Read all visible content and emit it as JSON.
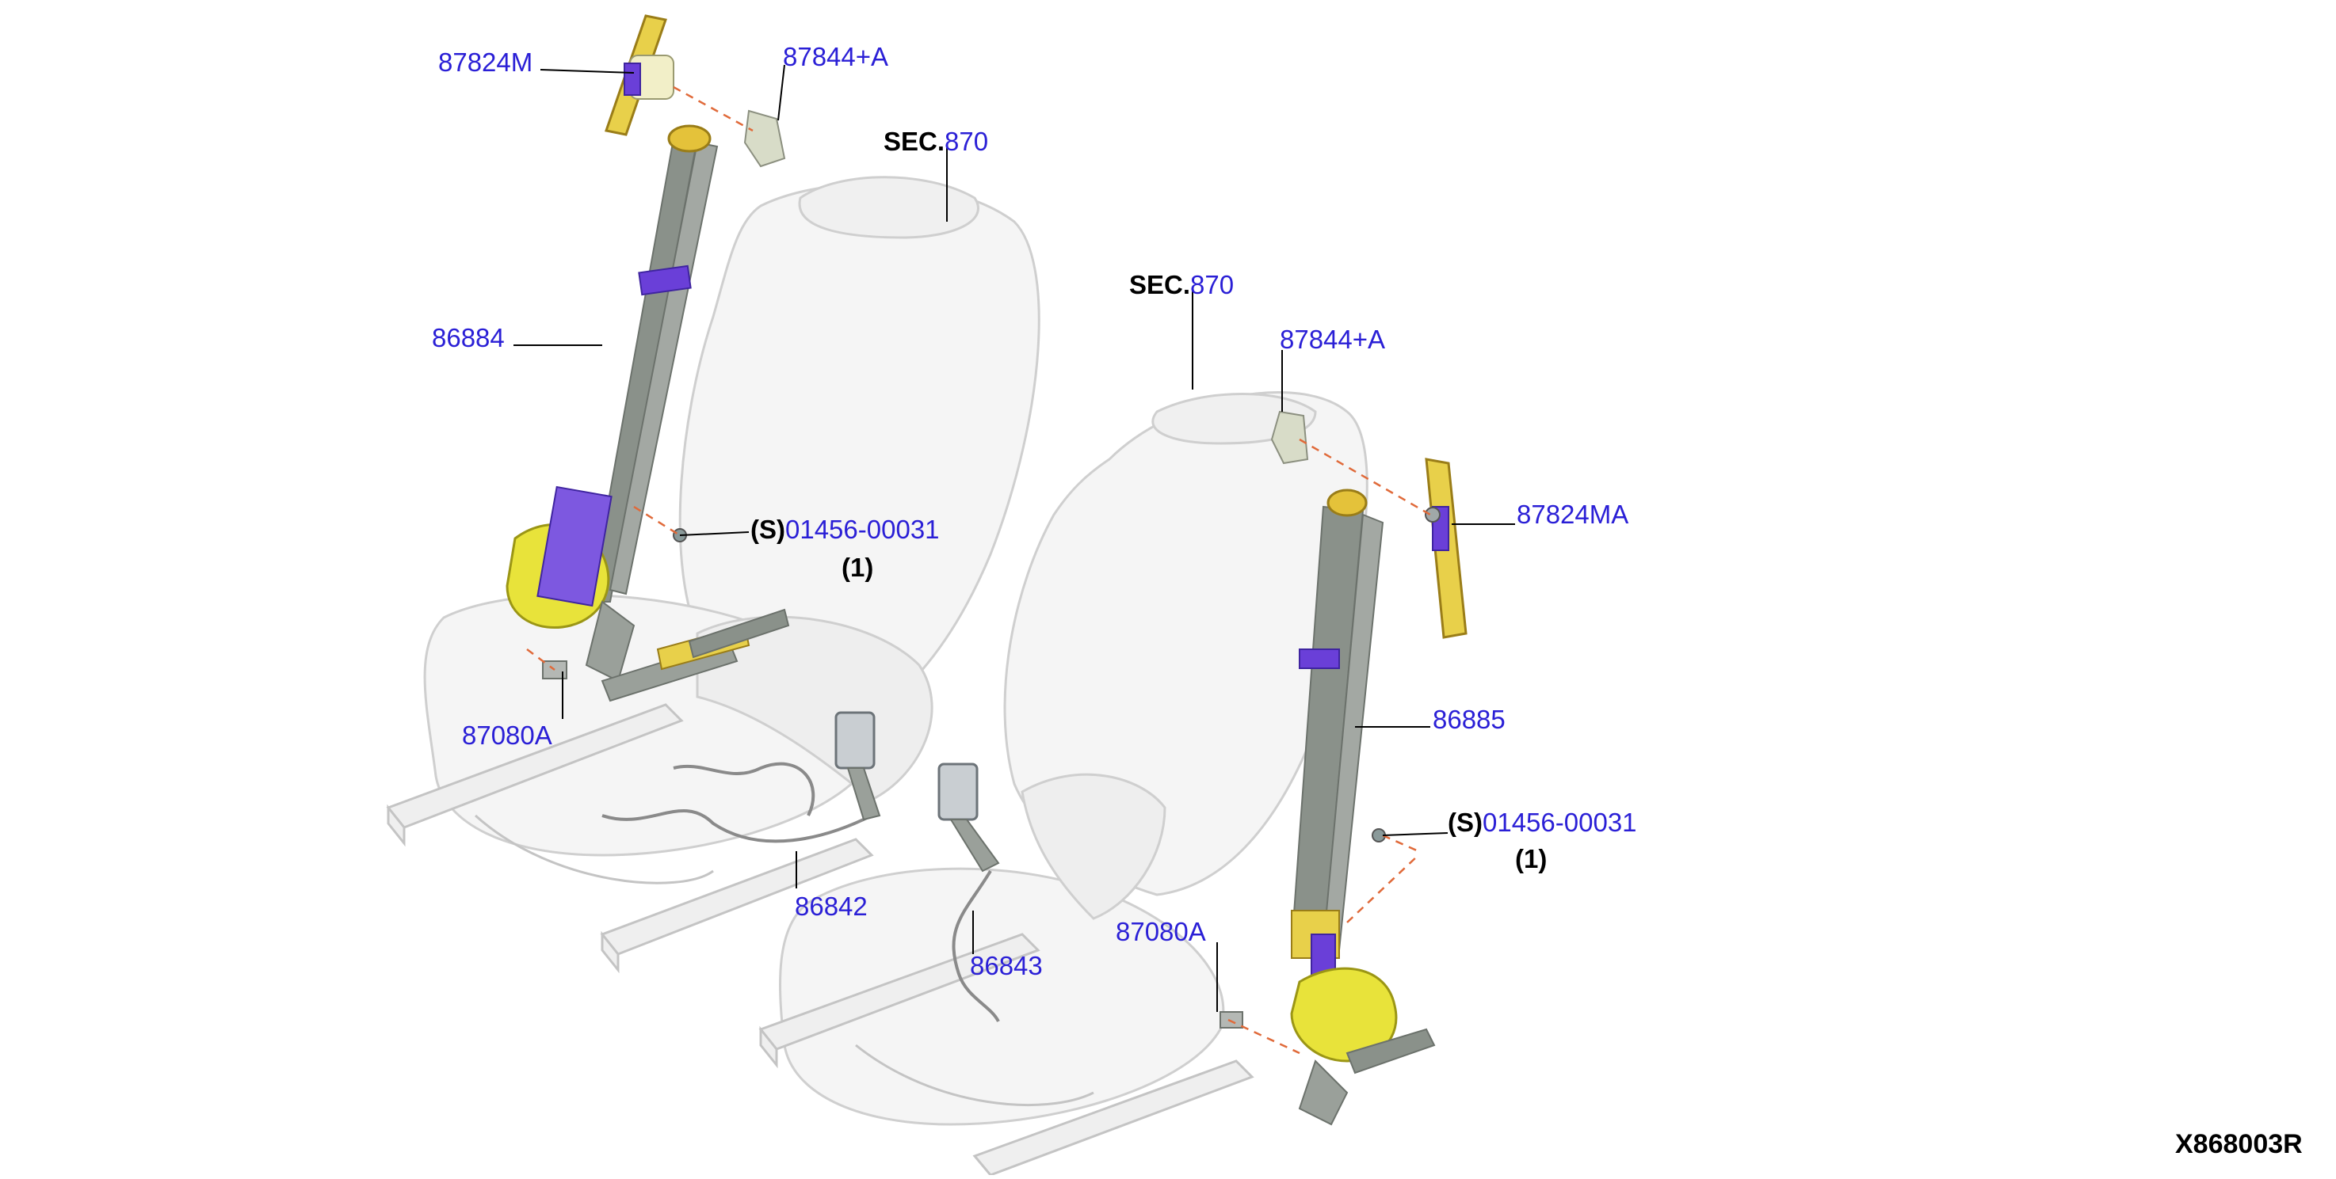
{
  "diagram": {
    "figure_code": "X868003R",
    "colors": {
      "label": "#2a1fd6",
      "seat_outline": "#c9c9c9",
      "belt_webbing": "#8a918a",
      "retractor": "#e8e33a",
      "bracket_purple": "#6a3fd8",
      "dash_line": "#e06a3a"
    },
    "callouts": {
      "left_upper_anchor": "87824M",
      "left_cover": "87844+A",
      "left_sec_prefix": "SEC.",
      "left_sec_num": "870",
      "left_belt": "86884",
      "left_bolt_prefix": "(S)",
      "left_bolt_num": "01456-00031",
      "left_bolt_qty": "(1)",
      "left_lower_anchor": "87080A",
      "buckle_left": "86842",
      "right_sec_prefix": "SEC.",
      "right_sec_num": "870",
      "right_cover": "87844+A",
      "right_upper_anchor": "87824MA",
      "right_belt": "86885",
      "right_bolt_prefix": "(S)",
      "right_bolt_num": "01456-00031",
      "right_bolt_qty": "(1)",
      "buckle_right": "86843",
      "right_lower_anchor": "87080A"
    }
  }
}
